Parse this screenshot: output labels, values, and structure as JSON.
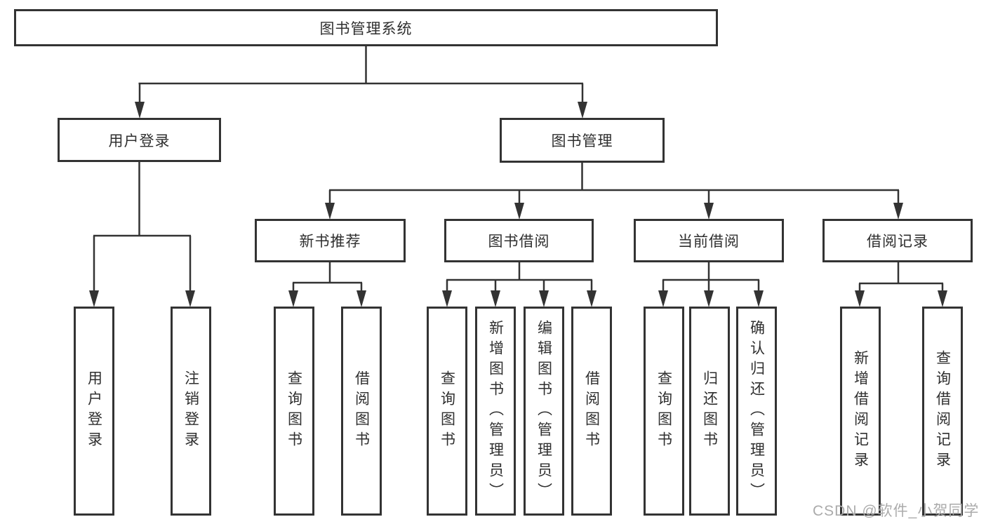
{
  "diagram": {
    "title": "图书管理系统",
    "root": "图书管理系统",
    "level2": {
      "user_login": "用户登录",
      "book_management": "图书管理"
    },
    "level3": {
      "new_book_recommend": "新书推荐",
      "book_borrowing": "图书借阅",
      "current_borrowing": "当前借阅",
      "borrowing_records": "借阅记录"
    },
    "leaves": {
      "user_login": [
        "用户登录",
        "注销登录"
      ],
      "new_book_recommend": [
        "查询图书",
        "借阅图书"
      ],
      "book_borrowing": [
        "查询图书",
        "新增图书（管理员）",
        "编辑图书（管理员）",
        "借阅图书"
      ],
      "current_borrowing": [
        "查询图书",
        "归还图书",
        "确认归还（管理员）"
      ],
      "borrowing_records": [
        "新增借阅记录",
        "查询借阅记录"
      ]
    }
  },
  "watermark": "CSDN @软件_小贺同学",
  "colors": {
    "line": "#333333",
    "text": "#2f2f2f",
    "watermark": "#ababab",
    "background": "#ffffff"
  }
}
